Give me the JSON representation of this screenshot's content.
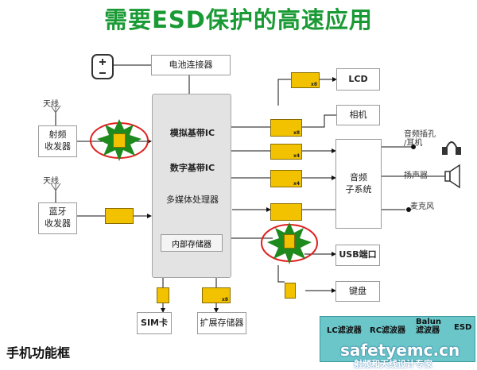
{
  "title": "需要ESD保护的高速应用",
  "blocks": {
    "battery": "电池连接器",
    "lcd": "LCD",
    "camera": "相机",
    "rf": "射频\n收发器",
    "bt": "蓝牙\n收发器",
    "audio": "音频\n子系统",
    "usb": "USB端口",
    "keypad": "键盘",
    "sim": "SIM卡",
    "expmem": "扩展存储器"
  },
  "core": {
    "analog": "模拟基带IC",
    "digital": "数字基带IC",
    "media": "多媒体处理器",
    "memory": "内部存储器"
  },
  "antenna": {
    "rf": "天线",
    "bt": "天线"
  },
  "audio_side": {
    "jack": "音频插孔\n/耳机",
    "speaker": "扬声器",
    "mic": "麦克风"
  },
  "chip_marks": {
    "x8": "x8",
    "x4": "x4"
  },
  "footer": "手机功能框",
  "legend": {
    "lc": "LC滤波器",
    "rc": "RC滤波器",
    "balun": "Balun\n滤波器",
    "esd": "ESD"
  },
  "watermark": {
    "site": "safetyemc.cn",
    "sub": "射频和天线设计专家"
  },
  "colors": {
    "title": "#1a9a34",
    "chip": "#f2c200",
    "highlight": "#e02020",
    "burst": "#1e8a1e"
  }
}
